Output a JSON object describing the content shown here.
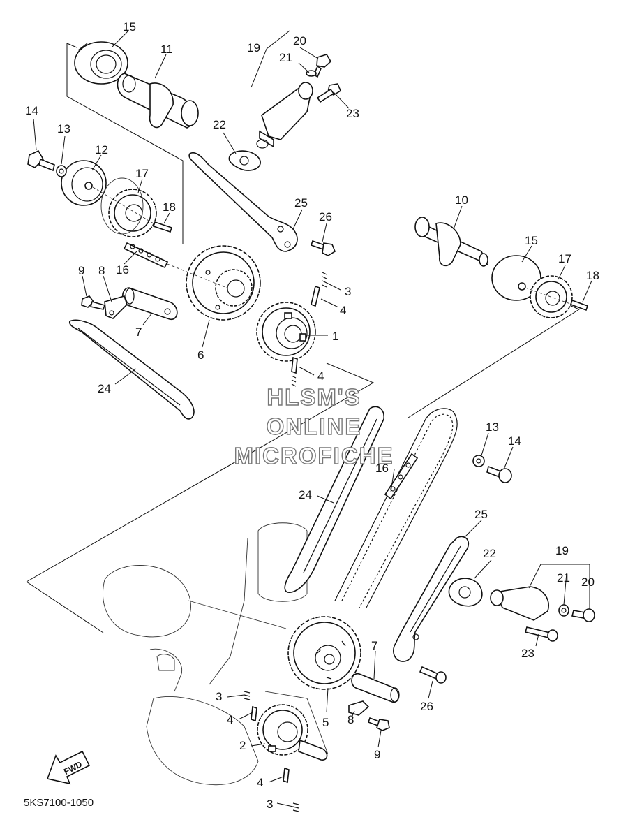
{
  "diagram": {
    "code": "5KS7100-1050",
    "watermark": [
      "HLSM'S",
      "ONLINE",
      "MICROFICHE"
    ],
    "fwd_label": "FWD",
    "callouts": [
      {
        "id": "c15a",
        "label": "15"
      },
      {
        "id": "c11",
        "label": "11"
      },
      {
        "id": "c19a",
        "label": "19"
      },
      {
        "id": "c20a",
        "label": "20"
      },
      {
        "id": "c21a",
        "label": "21"
      },
      {
        "id": "c23a",
        "label": "23"
      },
      {
        "id": "c22a",
        "label": "22"
      },
      {
        "id": "c14a",
        "label": "14"
      },
      {
        "id": "c13a",
        "label": "13"
      },
      {
        "id": "c12",
        "label": "12"
      },
      {
        "id": "c17a",
        "label": "17"
      },
      {
        "id": "c18a",
        "label": "18"
      },
      {
        "id": "c25a",
        "label": "25"
      },
      {
        "id": "c26a",
        "label": "26"
      },
      {
        "id": "c10",
        "label": "10"
      },
      {
        "id": "c15b",
        "label": "15"
      },
      {
        "id": "c17b",
        "label": "17"
      },
      {
        "id": "c18b",
        "label": "18"
      },
      {
        "id": "c9a",
        "label": "9"
      },
      {
        "id": "c8a",
        "label": "8"
      },
      {
        "id": "c16a",
        "label": "16"
      },
      {
        "id": "c3a",
        "label": "3"
      },
      {
        "id": "c4a",
        "label": "4"
      },
      {
        "id": "c1",
        "label": "1"
      },
      {
        "id": "c7a",
        "label": "7"
      },
      {
        "id": "c6",
        "label": "6"
      },
      {
        "id": "c4b",
        "label": "4"
      },
      {
        "id": "c24a",
        "label": "24"
      },
      {
        "id": "c13b",
        "label": "13"
      },
      {
        "id": "c14b",
        "label": "14"
      },
      {
        "id": "c16b",
        "label": "16"
      },
      {
        "id": "c24b",
        "label": "24"
      },
      {
        "id": "c25b",
        "label": "25"
      },
      {
        "id": "c22b",
        "label": "22"
      },
      {
        "id": "c19b",
        "label": "19"
      },
      {
        "id": "c21b",
        "label": "21"
      },
      {
        "id": "c20b",
        "label": "20"
      },
      {
        "id": "c23b",
        "label": "23"
      },
      {
        "id": "c7b",
        "label": "7"
      },
      {
        "id": "c26b",
        "label": "26"
      },
      {
        "id": "c3b",
        "label": "3"
      },
      {
        "id": "c4c",
        "label": "4"
      },
      {
        "id": "c5",
        "label": "5"
      },
      {
        "id": "c8b",
        "label": "8"
      },
      {
        "id": "c9b",
        "label": "9"
      },
      {
        "id": "c2",
        "label": "2"
      },
      {
        "id": "c4d",
        "label": "4"
      },
      {
        "id": "c3c",
        "label": "3"
      }
    ]
  }
}
